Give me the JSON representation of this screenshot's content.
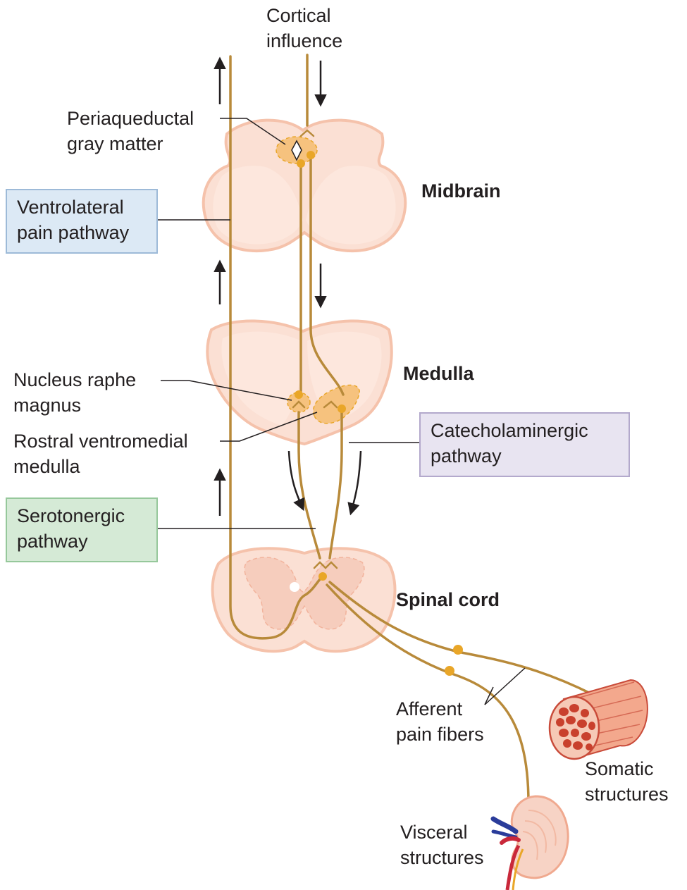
{
  "labels": {
    "cortical": [
      "Cortical",
      "influence"
    ],
    "pag": [
      "Periaqueductal",
      "gray matter"
    ],
    "midbrain": "Midbrain",
    "medulla": "Medulla",
    "spinal_cord": "Spinal cord",
    "nrm": [
      "Nucleus raphe",
      "magnus"
    ],
    "rvm": [
      "Rostral ventromedial",
      "medulla"
    ],
    "afferent": [
      "Afferent",
      "pain fibers"
    ],
    "somatic": [
      "Somatic",
      "structures"
    ],
    "visceral": [
      "Visceral",
      "structures"
    ]
  },
  "boxes": {
    "ventrolateral": {
      "lines": [
        "Ventrolateral",
        "pain pathway"
      ],
      "fill": "#dce9f5",
      "border": "#9dbad8"
    },
    "catecholaminergic": {
      "lines": [
        "Catecholaminergic",
        "pathway"
      ],
      "fill": "#e8e4f1",
      "border": "#b3a9cc"
    },
    "serotonergic": {
      "lines": [
        "Serotonergic",
        "pathway"
      ],
      "fill": "#d5ead6",
      "border": "#96c89b"
    }
  },
  "colors": {
    "tissue_light": "#fbe0d4",
    "tissue_outline": "#f5c2ab",
    "nucleus": "#f6c27e",
    "nerve": "#b88a3a",
    "nerve_dot": "#e9a628",
    "arrow": "#231f20"
  }
}
